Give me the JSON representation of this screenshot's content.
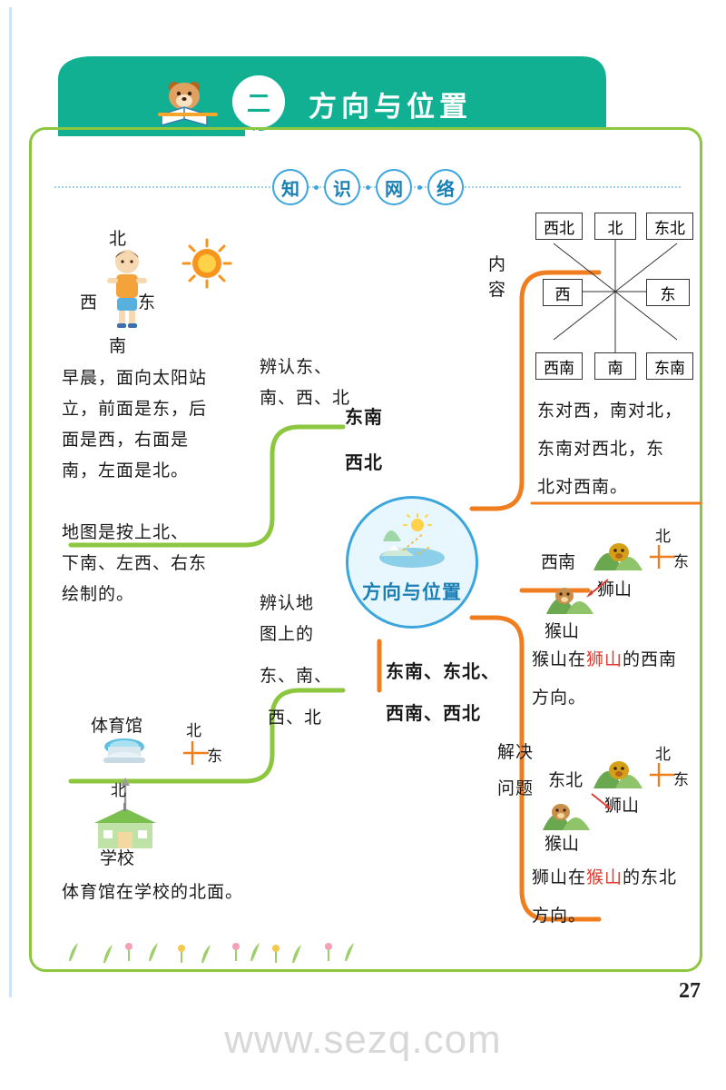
{
  "page": {
    "number": "27",
    "watermark": "www.sezq.com"
  },
  "header": {
    "chapter_number": "二",
    "title": "方向与位置",
    "icon": "bear-reading-icon"
  },
  "section": {
    "label_chars": [
      "知",
      "识",
      "网",
      "络"
    ]
  },
  "center": {
    "label": "方向与位置"
  },
  "branches": {
    "left_top": {
      "title_lines": [
        "辨认东、",
        "南、西、北"
      ],
      "body_lines": [
        "早晨，面向太阳站",
        "立，前面是东，后",
        "面是西，右面是",
        "南，左面是北。"
      ],
      "body2_lines": [
        "地图是按上北、",
        "下南、左西、右东",
        "绘制的。"
      ],
      "compass": {
        "north": "北",
        "south": "南",
        "east": "东",
        "west": "西"
      }
    },
    "left_bottom": {
      "title_lines": [
        "辨认地",
        "图上的",
        "东、南、",
        "西、北"
      ],
      "map": {
        "gym": "体育馆",
        "school": "学校",
        "north_label_top": "北",
        "east_label_top": "东",
        "north_label_mid": "北"
      },
      "caption": "体育馆在学校的北面。"
    },
    "mid_top": {
      "lines": [
        "东南",
        "西北"
      ]
    },
    "mid_bottom": {
      "lines": [
        "东南、东北、",
        "西南、西北"
      ]
    },
    "right_top": {
      "title": "内容",
      "grid": {
        "nw": "西北",
        "n": "北",
        "ne": "东北",
        "w": "西",
        "c": "",
        "e": "东",
        "sw": "西南",
        "s": "南",
        "se": "东南"
      },
      "body_lines": [
        "东对西，南对北，",
        "东南对西北，东",
        "北对西南。"
      ]
    },
    "right_mid": {
      "map": {
        "southwest": "西南",
        "lion_hill": "狮山",
        "monkey_hill": "猴山",
        "north": "北",
        "east": "东"
      },
      "caption_before": "猴山在",
      "caption_red": "狮山",
      "caption_after": "的西南",
      "caption_line2": "方向。"
    },
    "right_bottom": {
      "title_lines": [
        "解决",
        "问题"
      ],
      "map": {
        "northeast": "东北",
        "lion_hill": "狮山",
        "monkey_hill": "猴山",
        "north": "北",
        "east": "东"
      },
      "caption_before": "狮山在",
      "caption_red": "猴山",
      "caption_after": "的东北",
      "caption_line2": "方向。"
    }
  },
  "colors": {
    "teal": "#12b093",
    "green": "#8dc63f",
    "blue": "#3aa6dd",
    "orange": "#f07d1e",
    "red": "#e03a2f"
  }
}
